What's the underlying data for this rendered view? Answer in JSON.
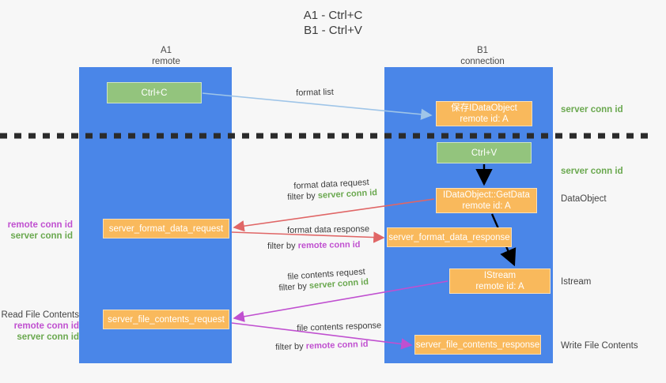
{
  "title": {
    "line1": "A1 - Ctrl+C",
    "line2": "B1 - Ctrl+V"
  },
  "columns": [
    {
      "name": "A1",
      "sub": "remote"
    },
    {
      "name": "B1",
      "sub": "connection"
    }
  ],
  "boxes": {
    "ctrl_c": {
      "label": "Ctrl+C",
      "color": "#93c47d"
    },
    "save_idataobject": {
      "line1": "保存IDataObject",
      "line2": "remote id: A",
      "color": "#f9b95c"
    },
    "ctrl_v": {
      "label": "Ctrl+V",
      "color": "#93c47d"
    },
    "getdata": {
      "line1": "IDataObject::GetData",
      "line2": "remote id: A",
      "color": "#f9b95c"
    },
    "istream": {
      "line1": "IStream",
      "line2": "remote id: A",
      "color": "#f9b95c"
    },
    "server_format_data_request": {
      "label": "server_format_data_request",
      "color": "#f9b95c"
    },
    "server_format_data_response": {
      "label": "server_format_data_response",
      "color": "#f9b95c"
    },
    "server_file_contents_request": {
      "label": "server_file_contents_request",
      "color": "#f9b95c"
    },
    "server_file_contents_response": {
      "label": "server_file_contents_response",
      "color": "#f9b95c"
    }
  },
  "notes": {
    "server_conn_id": "server conn id",
    "remote_conn_id": "remote conn id",
    "dataobject": "DataObject",
    "istream": "Istream",
    "write_file_contents": "Write File Contents",
    "read_file_contents": "Read File Contents"
  },
  "flows": {
    "format_list": "format list",
    "format_data_request": "format data request",
    "filter_by": "filter by",
    "format_data_response": "format data response",
    "file_contents_request": "file contents request",
    "file_contents_response": "file contents response"
  },
  "colors": {
    "lane": "#4a86e8",
    "green_box": "#93c47d",
    "orange_box": "#f9b95c",
    "server_conn_id": "#6aa84f",
    "remote_conn_id": "#c050d0",
    "arrow_blue": "#9fc5e8",
    "arrow_red": "#e06666",
    "arrow_magenta": "#c050d0",
    "arrow_black": "#000000",
    "background": "#f7f7f7"
  }
}
